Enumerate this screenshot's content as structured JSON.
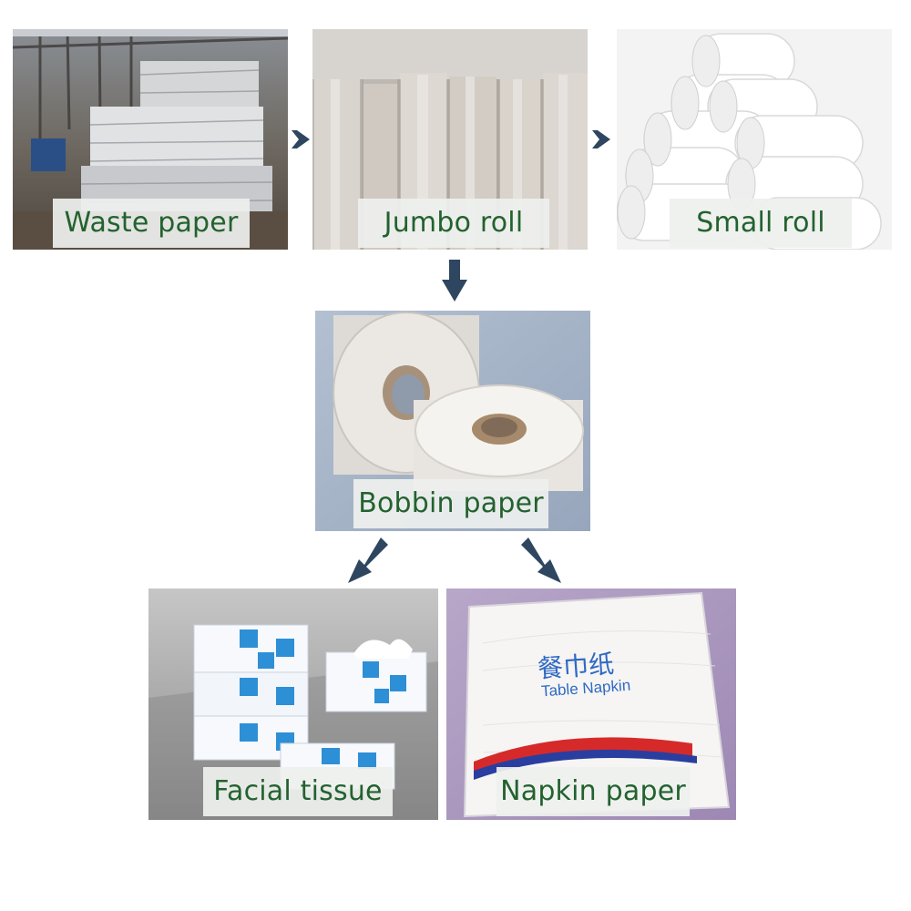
{
  "stages": {
    "waste_paper": {
      "label": "Waste paper"
    },
    "jumbo_roll": {
      "label": "Jumbo roll"
    },
    "small_roll": {
      "label": "Small roll"
    },
    "bobbin_paper": {
      "label": "Bobbin paper"
    },
    "facial_tissue": {
      "label": "Facial tissue"
    },
    "napkin_paper": {
      "label": "Napkin paper",
      "package_text_cn": "餐巾纸",
      "package_text_en": "Table Napkin"
    }
  },
  "colors": {
    "caption_text": "#23622f",
    "caption_bg": "#eef0ee",
    "arrow": "#2e4660"
  }
}
